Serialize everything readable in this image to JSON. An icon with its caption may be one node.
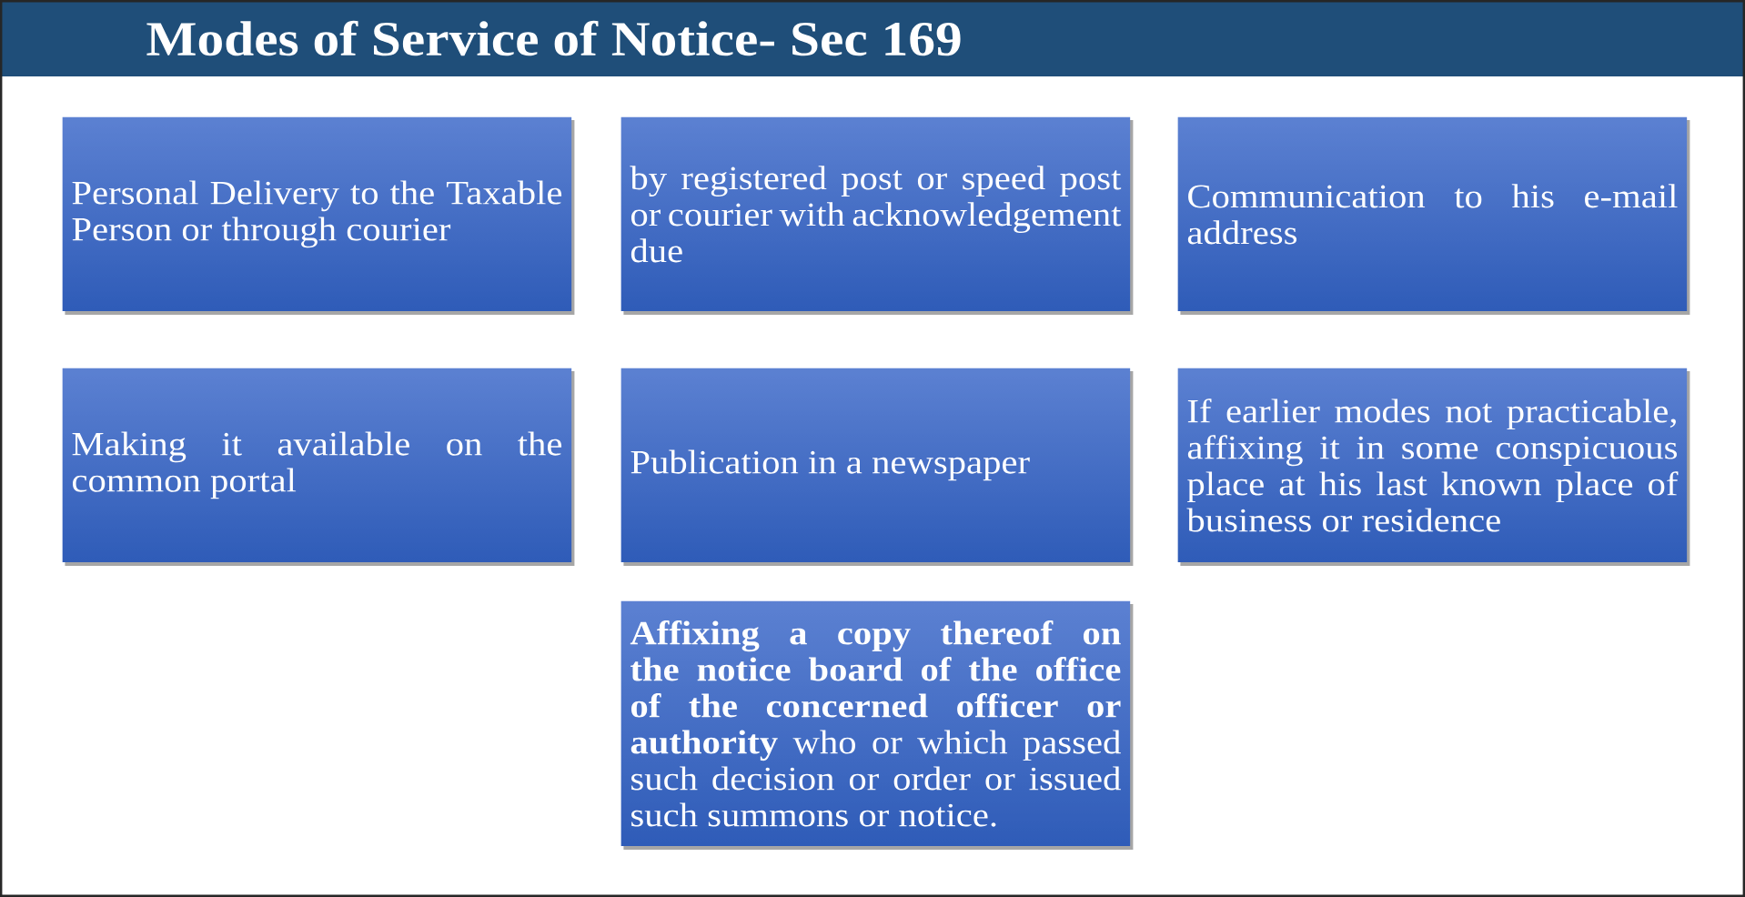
{
  "diagram": {
    "title": "Modes of Service of Notice- Sec 169",
    "nodes": [
      {
        "text": [
          "Personal Delivery to the Taxable Person or through courier"
        ]
      },
      {
        "text": [
          "by registered post or speed post or courier with acknowledgement due"
        ]
      },
      {
        "text": [
          "Communication to his e-mail address"
        ]
      },
      {
        "text": [
          "Making it available on the common portal"
        ]
      },
      {
        "text": [
          "Publication in a newspaper"
        ]
      },
      {
        "text": [
          "If earlier modes not practicable, affixing it in some conspicuous place at his last known place of business or residence"
        ]
      },
      {
        "text": [
          "**Affixing a copy thereof on the notice board of the office of the concerned officer or authority** who or which passed such decision or order or issued such summons or notice."
        ]
      }
    ]
  }
}
